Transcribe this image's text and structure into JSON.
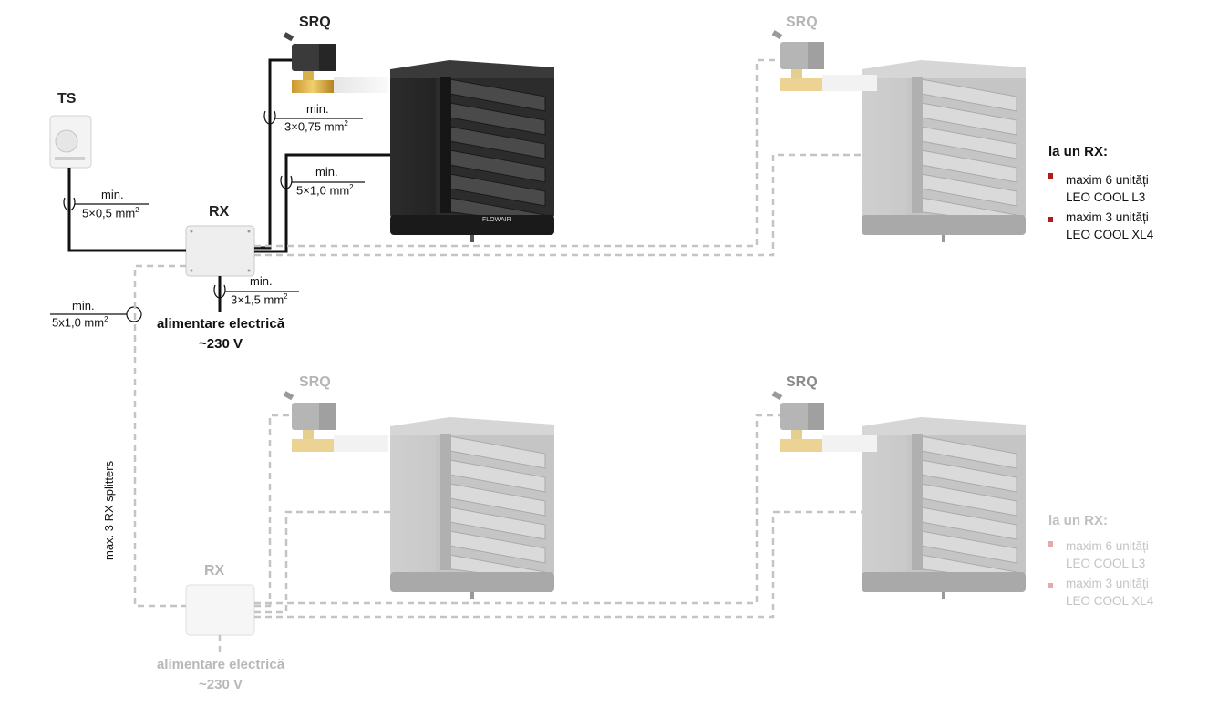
{
  "devices": {
    "thermostat_label": "TS",
    "valve_label": "SRQ",
    "splitter_label": "RX"
  },
  "wires": {
    "thermostat": {
      "top": "min.",
      "spec": "5×0,5 mm",
      "sup": "2"
    },
    "valve": {
      "top": "min.",
      "spec": "3×0,75 mm",
      "sup": "2"
    },
    "heater": {
      "top": "min.",
      "spec": "5×1,0 mm",
      "sup": "2"
    },
    "power": {
      "top": "min.",
      "spec": "3×1,5 mm",
      "sup": "2"
    },
    "link": {
      "top": "min.",
      "spec": "5x1,0 mm",
      "sup": "2"
    }
  },
  "power_supply": {
    "line1": "alimentare electrică",
    "line2": "~230 V"
  },
  "splitter_note": "max. 3 RX splitters",
  "rx_info": {
    "title": "la un RX:",
    "items": [
      {
        "line1": "maxim 6 unități",
        "line2": "LEO COOL L3"
      },
      {
        "line1": "maxim 3 unități",
        "line2": "LEO COOL XL4"
      }
    ]
  },
  "heater_brand": "FLOWAIR",
  "colors": {
    "wire": "#111111",
    "dashed": "#c4c4c4",
    "bullet": "#b31b1b",
    "bullet_faded": "#e7a9a9"
  }
}
